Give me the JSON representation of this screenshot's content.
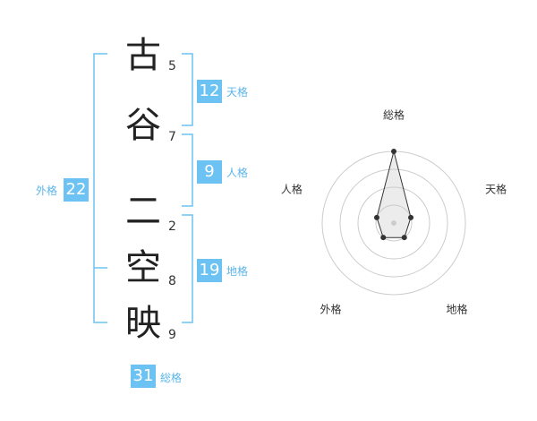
{
  "characters": [
    {
      "char": "古",
      "strokes": "5"
    },
    {
      "char": "谷",
      "strokes": "7"
    },
    {
      "char": "二",
      "strokes": "2"
    },
    {
      "char": "空",
      "strokes": "8"
    },
    {
      "char": "映",
      "strokes": "9"
    }
  ],
  "fortunes": {
    "tenkaku": {
      "value": "12",
      "label": "天格"
    },
    "jinkaku": {
      "value": "9",
      "label": "人格"
    },
    "chikaku": {
      "value": "19",
      "label": "地格"
    },
    "gaikaku": {
      "value": "22",
      "label": "外格"
    },
    "soukaku": {
      "value": "31",
      "label": "総格"
    }
  },
  "radar": {
    "axes": [
      "総格",
      "天格",
      "地格",
      "外格",
      "人格"
    ],
    "levels": 4,
    "values": [
      4,
      1,
      1,
      1,
      1
    ],
    "accent": "#333333",
    "grid_color": "#cccccc"
  },
  "colors": {
    "badge": "#6cc3f3",
    "bracket": "#6cc3f3"
  }
}
